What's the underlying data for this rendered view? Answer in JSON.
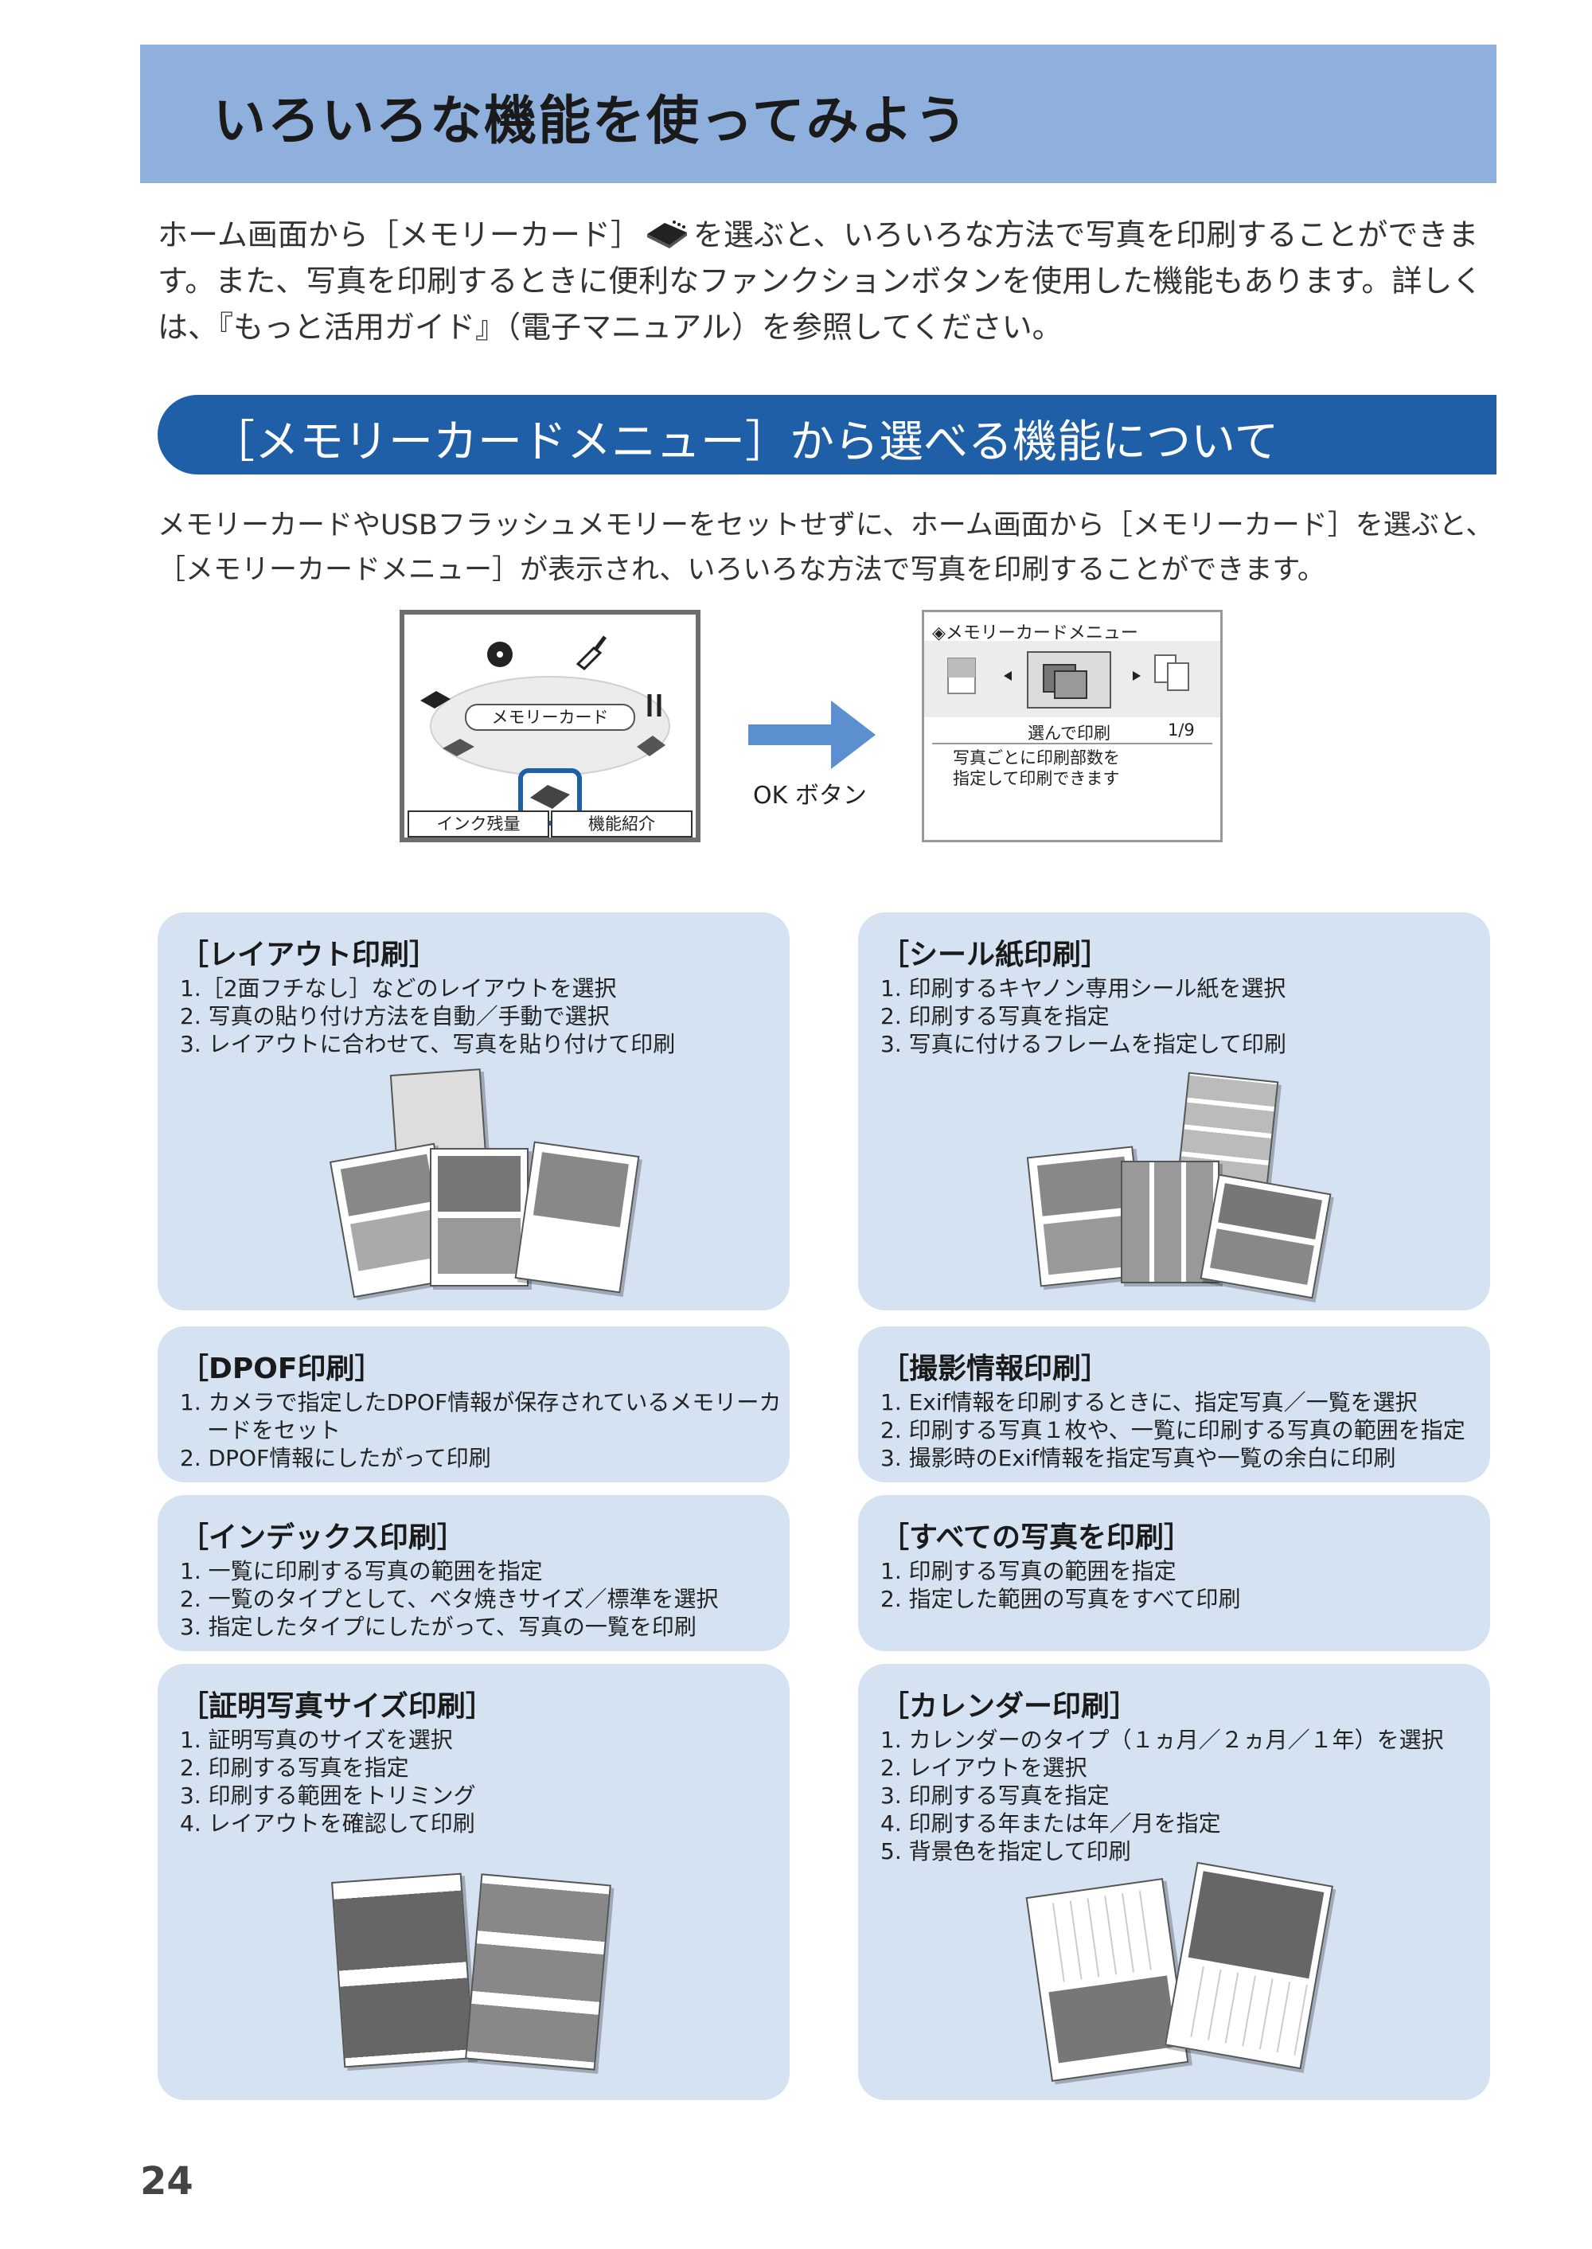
{
  "title": "いろいろな機能を使ってみよう",
  "intro": {
    "part1": "ホーム画面から［メモリーカード］",
    "part2": "を選ぶと、いろいろな方法で写真を印刷することができます。また、写真を印刷するときに便利なファンクションボタンを使用した機能もあります。詳しくは、『もっと活用ガイド』（電子マニュアル）を参照してください。"
  },
  "section_title": "［メモリーカードメニュー］から選べる機能について",
  "lead": "メモリーカードやUSBフラッシュメモリーをセットせずに、ホーム画面から［メモリーカード］を選ぶと、［メモリーカードメニュー］が表示され、いろいろな方法で写真を印刷することができます。",
  "home_screen": {
    "label": "メモリーカード",
    "buttons": [
      "インク残量",
      "機能紹介"
    ]
  },
  "ok_label": "OK ボタン",
  "menu_screen": {
    "title": "メモリーカードメニュー",
    "selected": "選んで印刷",
    "page": "1/9",
    "desc": [
      "写真ごとに印刷部数を",
      "指定して印刷できます"
    ]
  },
  "boxes": [
    {
      "title": "［レイアウト印刷］",
      "items": [
        "1.［2面フチなし］などのレイアウトを選択",
        "2. 写真の貼り付け方法を自動／手動で選択",
        "3. レイアウトに合わせて、写真を貼り付けて印刷"
      ]
    },
    {
      "title": "［シール紙印刷］",
      "items": [
        "1. 印刷するキヤノン専用シール紙を選択",
        "2. 印刷する写真を指定",
        "3. 写真に付けるフレームを指定して印刷"
      ]
    },
    {
      "title": "［DPOF印刷］",
      "items": [
        "1. カメラで指定したDPOF情報が保存されているメモリーカードをセット",
        "2. DPOF情報にしたがって印刷"
      ]
    },
    {
      "title": "［撮影情報印刷］",
      "items": [
        "1. Exif情報を印刷するときに、指定写真／一覧を選択",
        "2. 印刷する写真１枚や、一覧に印刷する写真の範囲を指定",
        "3. 撮影時のExif情報を指定写真や一覧の余白に印刷"
      ]
    },
    {
      "title": "［インデックス印刷］",
      "items": [
        "1. 一覧に印刷する写真の範囲を指定",
        "2. 一覧のタイプとして、ベタ焼きサイズ／標準を選択",
        "3. 指定したタイプにしたがって、写真の一覧を印刷"
      ]
    },
    {
      "title": "［すべての写真を印刷］",
      "items": [
        "1. 印刷する写真の範囲を指定",
        "2. 指定した範囲の写真をすべて印刷"
      ]
    },
    {
      "title": "［証明写真サイズ印刷］",
      "items": [
        "1. 証明写真のサイズを選択",
        "2. 印刷する写真を指定",
        "3. 印刷する範囲をトリミング",
        "4. レイアウトを確認して印刷"
      ]
    },
    {
      "title": "［カレンダー印刷］",
      "items": [
        "1. カレンダーのタイプ（１ヵ月／２ヵ月／１年）を選択",
        "2. レイアウトを選択",
        "3. 印刷する写真を指定",
        "4. 印刷する年または年／月を指定",
        "5. 背景色を指定して印刷"
      ]
    }
  ],
  "page_number": "24"
}
